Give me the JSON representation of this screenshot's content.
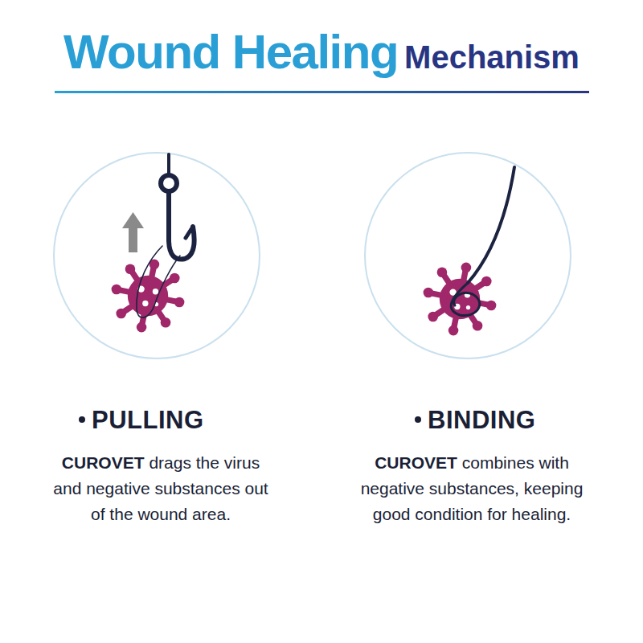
{
  "diagram": {
    "title": "Wound Healing",
    "labels": [
      "Mechanism",
      "PULLING",
      "CUROVET",
      "drags the virus and negative substances out of the wound area.",
      "BINDING",
      "CUROVET",
      "combines with negative substances, keeping good condition for healing."
    ]
  }
}
